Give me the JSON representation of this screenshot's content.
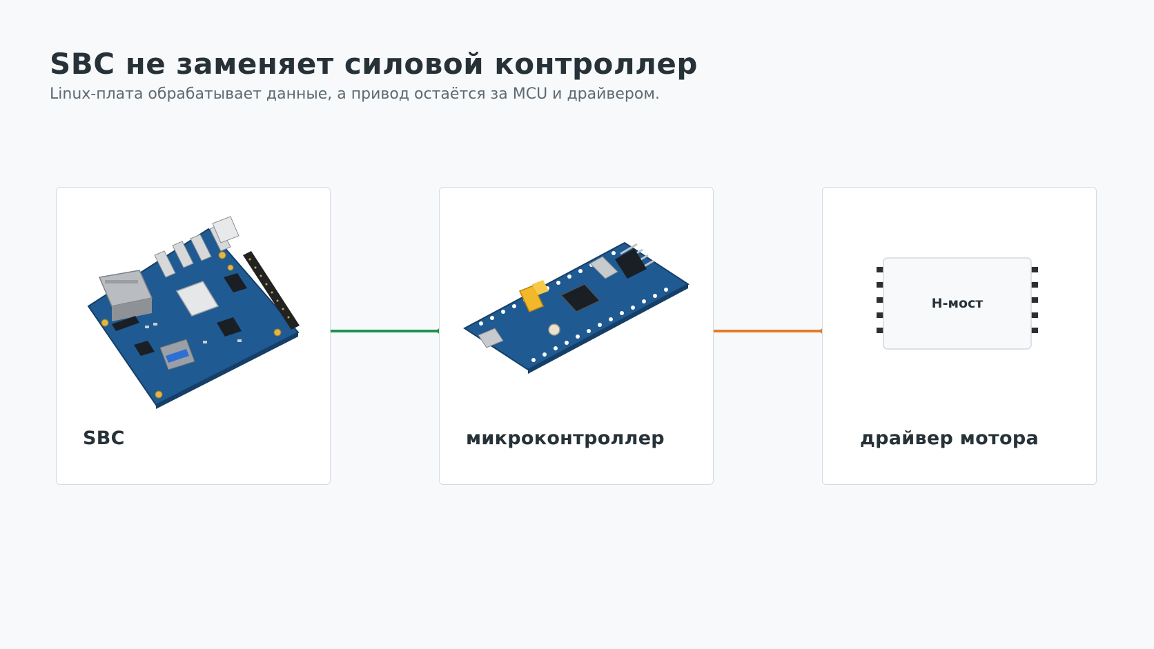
{
  "title": "SBC не заменяет силовой контроллер",
  "subtitle": "Linux-плата обрабатывает данные, а привод остаётся за MCU и драйвером.",
  "nodes": [
    {
      "label": "SBC",
      "icon": "sbc-board-icon"
    },
    {
      "label": "микроконтроллер",
      "icon": "mcu-board-icon"
    },
    {
      "label": "драйвер мотора",
      "icon": "h-bridge-chip-icon",
      "chip_text": "H-мост"
    }
  ],
  "connectors": [
    {
      "from": "SBC",
      "to": "микроконтроллер",
      "color": "#1e9150"
    },
    {
      "from": "микроконтроллер",
      "to": "драйвер мотора",
      "color": "#e07b2a"
    }
  ],
  "colors": {
    "background": "#f8f9fb",
    "card_border": "#d5dbe0",
    "text_primary": "#263238",
    "text_secondary": "#5c6a72",
    "pcb_blue": "#1f5a92"
  }
}
